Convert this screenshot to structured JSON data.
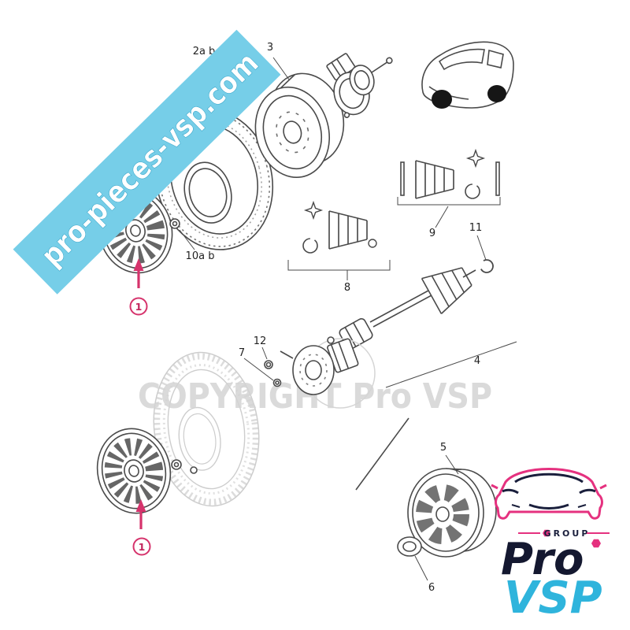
{
  "site": {
    "watermark_banner": "pro-pieces-vsp.com",
    "copyright": "COPYRIGHT Pro VSP"
  },
  "parts": {
    "hubcap_top": {
      "label": "1"
    },
    "tire": {
      "label": "2a b"
    },
    "rim_top": {
      "label": "3"
    },
    "driveshaft": {
      "label": "4"
    },
    "rim_bottom": {
      "label": "5"
    },
    "hub_cover": {
      "label": "6"
    },
    "hub_bearing": {
      "label": "7"
    },
    "boot_kit_inner": {
      "label": "8"
    },
    "boot_kit_outer": {
      "label": "9"
    },
    "wheel_bolt": {
      "label": "10a b"
    },
    "circlip": {
      "label": "11"
    },
    "hub_nut": {
      "label": "12"
    },
    "hubcap_bottom": {
      "label": "1"
    }
  },
  "brand": {
    "group": "GROUP",
    "name_pro": "Pro",
    "name_vsp": "VSP"
  },
  "colors": {
    "banner_cyan": "#76cee8",
    "accent_pink": "#d6336c",
    "logo_pink": "#e5317f",
    "logo_navy": "#1a1f3c",
    "logo_cyan": "#2fb4dc",
    "line": "#4a4a4a",
    "ghost": "#cdcdcd"
  }
}
